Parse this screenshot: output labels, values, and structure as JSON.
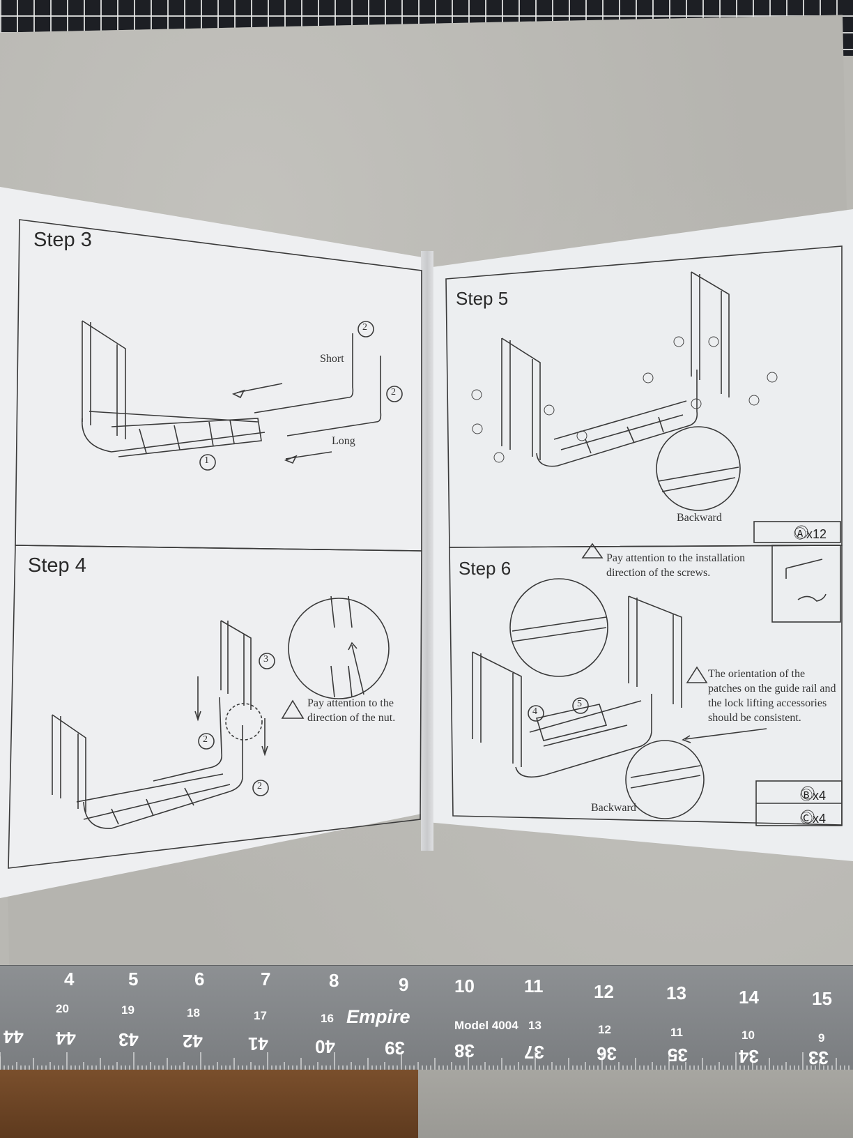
{
  "booklet": {
    "step3": {
      "title": "Step 3",
      "label_short": "Short",
      "label_long": "Long",
      "part_1": "1",
      "part_2": "2"
    },
    "step4": {
      "title": "Step 4",
      "note": "Pay attention to the direction of the nut.",
      "part_2": "2",
      "part_3": "3"
    },
    "step5": {
      "title": "Step 5",
      "label_backward": "Backward",
      "part_a": "A",
      "hardware_qty": "Ⓐx12"
    },
    "step6": {
      "title": "Step 6",
      "note_screws": "Pay attention to the installation direction of the screws.",
      "note_patches": "The orientation of the patches on the guide rail and the lock lifting accessories should be consistent.",
      "label_backward": "Backward",
      "part_4": "4",
      "part_5": "5",
      "hardware_b_qty": "Ⓑx4",
      "hardware_c_qty": "Ⓒx4"
    }
  },
  "ruler": {
    "brand": "Empire",
    "model": "Model 4004",
    "inch_labels": [
      "4",
      "5",
      "6",
      "7",
      "8",
      "9",
      "10",
      "11",
      "12",
      "13",
      "14",
      "15"
    ],
    "cm_labels": [
      "20",
      "19",
      "18",
      "17",
      "16",
      "13",
      "12",
      "11",
      "10",
      "9"
    ],
    "bottom_labels": [
      "44",
      "43",
      "42",
      "41",
      "40",
      "39",
      "38",
      "37",
      "36",
      "35",
      "34",
      "33"
    ]
  },
  "colors": {
    "paper": "#eeeff1",
    "ink": "#2a2a2a",
    "ruler": "#8a8d90",
    "cloth": "#b5b4af"
  }
}
